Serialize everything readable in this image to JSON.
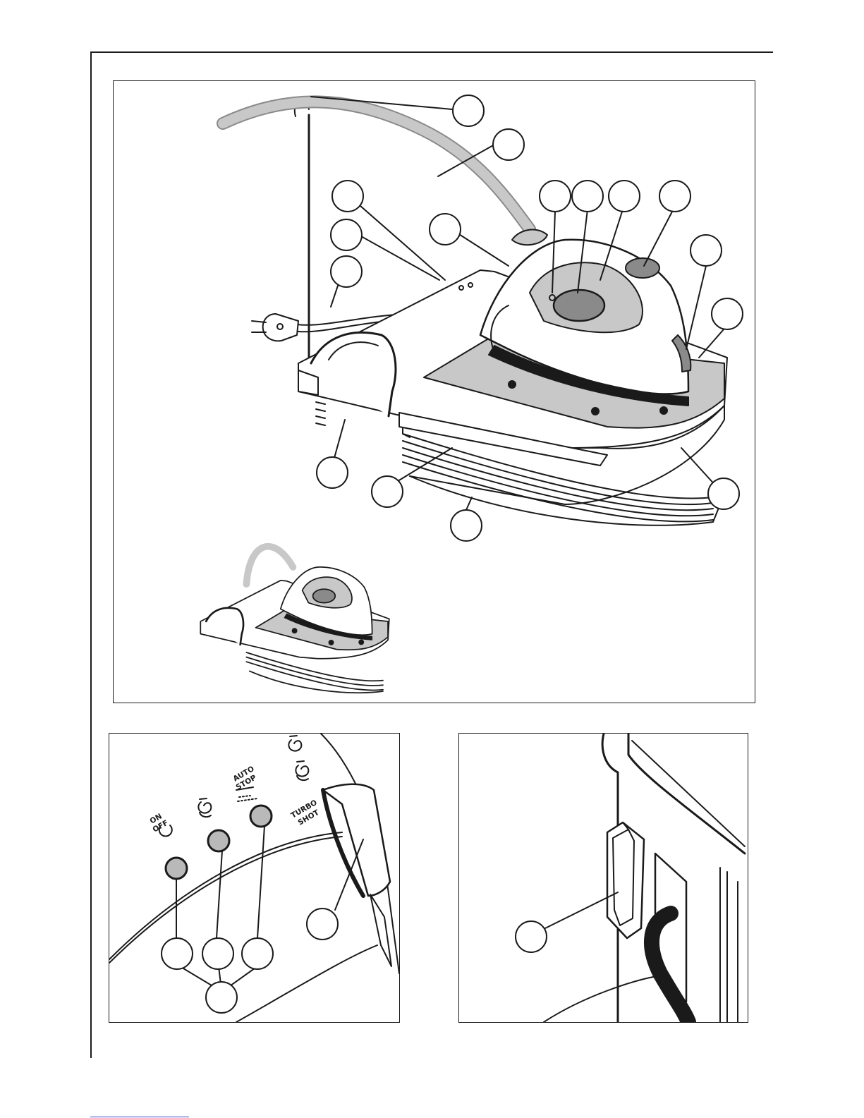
{
  "colors": {
    "ink": "#1a1a1a",
    "shade": "#c8c8c8",
    "dark_shade": "#8a8a8a",
    "button_fill": "#b9b9b9",
    "footer_rule": "#3b45c8"
  },
  "panel_b": {
    "labels": {
      "on_off_line1": "ON",
      "on_off_line2": "OFF",
      "auto_stop_line1": "AUTO",
      "auto_stop_line2": "STOP",
      "turbo_line1": "TURBO",
      "turbo_line2": "SHOT"
    }
  },
  "icons": [
    "power-icon",
    "steam-icon",
    "steam-boost-icon",
    "anti-scale-icon",
    "plug-icon"
  ]
}
